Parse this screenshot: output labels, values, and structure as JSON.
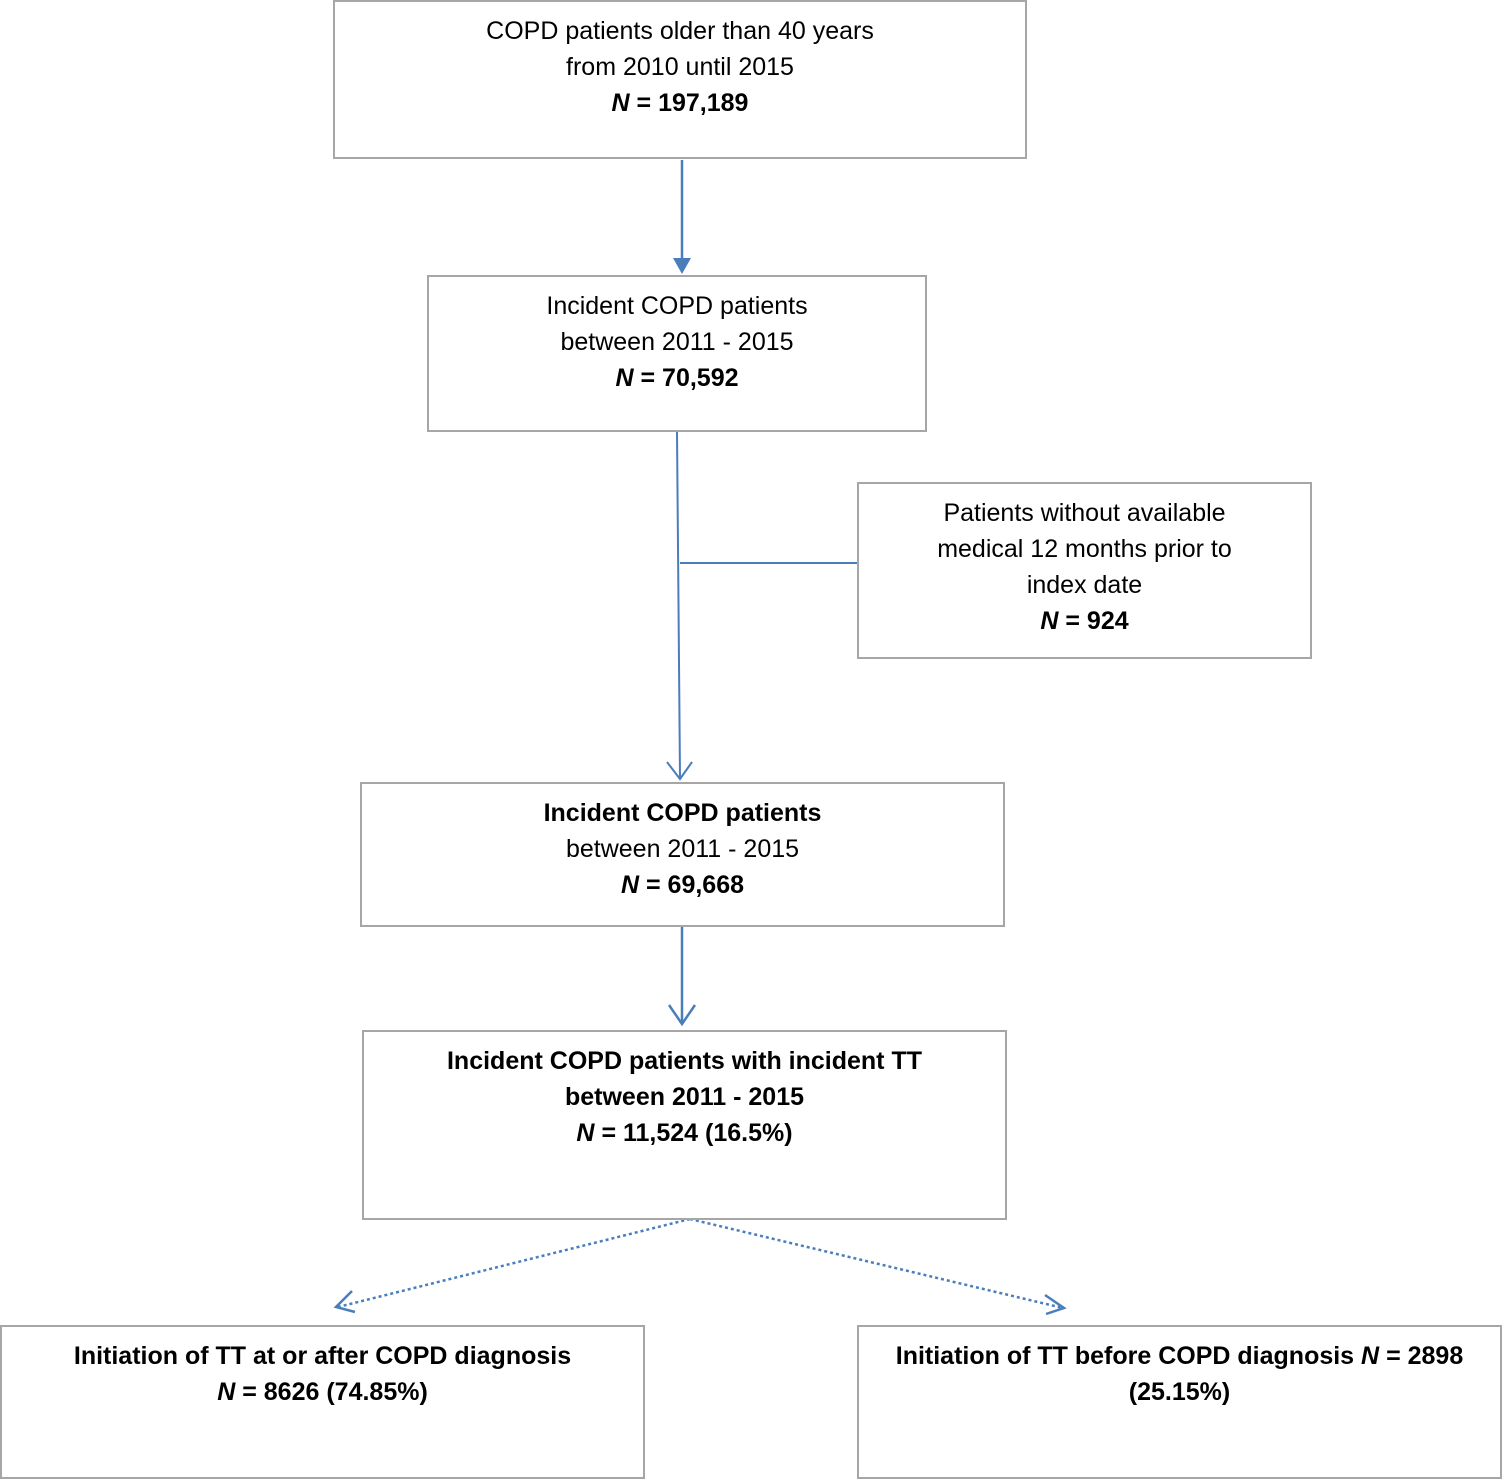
{
  "colors": {
    "arrow": "#4a7ebb",
    "border": "#a6a6a6"
  },
  "box1": {
    "line1": "COPD patients older than 40 years",
    "line2": "from 2010 until 2015",
    "n_label": "N",
    "n_value": "= 197,189"
  },
  "box2": {
    "line1": "Incident COPD patients",
    "line2": "between 2011 - 2015",
    "n_label": "N",
    "n_value": "= 70,592"
  },
  "exclusion": {
    "line1": "Patients without available",
    "line2": "medical 12 months  prior to",
    "line3": "index date",
    "n_label": "N",
    "n_value": "= 924"
  },
  "box3": {
    "line1": "Incident COPD patients",
    "line2": "between 2011 - 2015",
    "n_label": "N",
    "n_value": "= 69,668"
  },
  "box4": {
    "line1": "Incident COPD patients with incident TT",
    "line2": "between 2011 - 2015",
    "n_label": "N",
    "n_value": "= 11,524 (16.5%)"
  },
  "box5": {
    "line1": "Initiation of TT at or after COPD diagnosis",
    "n_label": "N",
    "n_value": "=  8626 (74.85%)"
  },
  "box6": {
    "line1": "Initiation of TT before COPD diagnosis",
    "n_label": "N",
    "n_value": "= 2898",
    "line2": "(25.15%)"
  }
}
